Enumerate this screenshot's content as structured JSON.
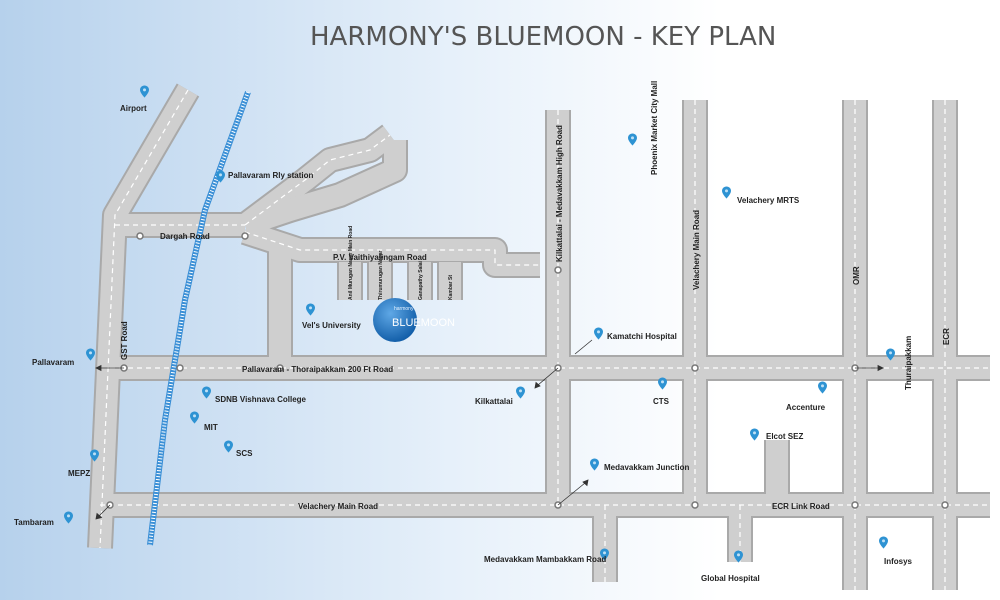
{
  "map": {
    "title": "HARMONY'S BLUEMOON - KEY PLAN",
    "colors": {
      "background_left": "#b9d3ec",
      "background_right": "#ffffff",
      "road_fill": "#cfcfcf",
      "road_border": "#a8a8a8",
      "road_dash": "#ffffff",
      "rail": "#3a8fd6",
      "pin": "#2e93d3",
      "project_logo": "#1f6fb8"
    },
    "project": {
      "brand": "harmony",
      "name": "BLUEMOON"
    },
    "roads": {
      "gst": "GST Road",
      "dargah": "Dargah Road",
      "pv_vaithiyalingam": "P.V. Vaithiyalingam Road",
      "pallavaram_thoraipakkam": "Pallavaram - Thoraipakkam 200 Ft  Road",
      "velachery_main_bottom": "Velachery Main Road",
      "kilkattalai_medavakkam": "Kilkattalai - Medavakkam High Road",
      "velachery_main_vertical": "Velachery Main Road",
      "omr": "OMR",
      "ecr": "ECR",
      "ecr_link": "ECR Link Road",
      "anil_murugan": "Anil Murugan Nagar Main Road",
      "thirumurugan": "Thirumurugan Nagar",
      "ganapathy": "Ganapathy Salai",
      "kambar": "Kambar St"
    },
    "places": {
      "airport": "Airport",
      "pallavaram_rly": "Pallavaram Rly station",
      "vels": "Vel's University",
      "pallavaram": "Pallavaram",
      "sdnb": "SDNB Vishnava College",
      "mit": "MIT",
      "scs": "SCS",
      "mepz": "MEPZ",
      "tambaram": "Tambaram",
      "phoenix": "Phoenix Market City Mall",
      "velachery_mrts": "Velachery MRTS",
      "kamatchi": "Kamatchi Hospital",
      "kilkattalai": "Kilkattalai",
      "cts": "CTS",
      "accenture": "Accenture",
      "thuraipakkam": "Thuraipakkam",
      "elcot": "Elcot SEZ",
      "medavakkam_junction": "Medavakkam Junction",
      "medavakkam_mambakkam": "Medavakkam Mambakkam Road",
      "global_hospital": "Global Hospital",
      "infosys": "Infosys"
    }
  }
}
